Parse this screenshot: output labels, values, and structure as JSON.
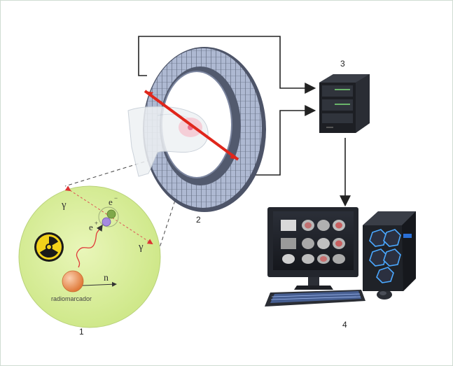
{
  "labels": {
    "ring_number": "2",
    "server_number": "3",
    "workstation_number": "4",
    "inset_number": "1"
  },
  "inset": {
    "gamma_left": "γ",
    "gamma_right": "γ",
    "electron": "e",
    "electron_sign": "−",
    "positron": "e",
    "positron_sign": "+",
    "neutrino": "n",
    "tracer_label": "radiomarcador"
  },
  "colors": {
    "inset_fill": "#dcef9c",
    "ring_tile": "#9aa8c6",
    "ring_dark": "#5a6276",
    "beam": "#e0261b",
    "connector": "#222222",
    "nucleus": "#f0a070",
    "radiation_badge": "#f2d21a"
  },
  "icons": [
    "radiation-icon",
    "pet-ring-icon",
    "server-tower-icon",
    "monitor-icon",
    "pc-case-icon",
    "keyboard-icon",
    "mouse-icon"
  ]
}
